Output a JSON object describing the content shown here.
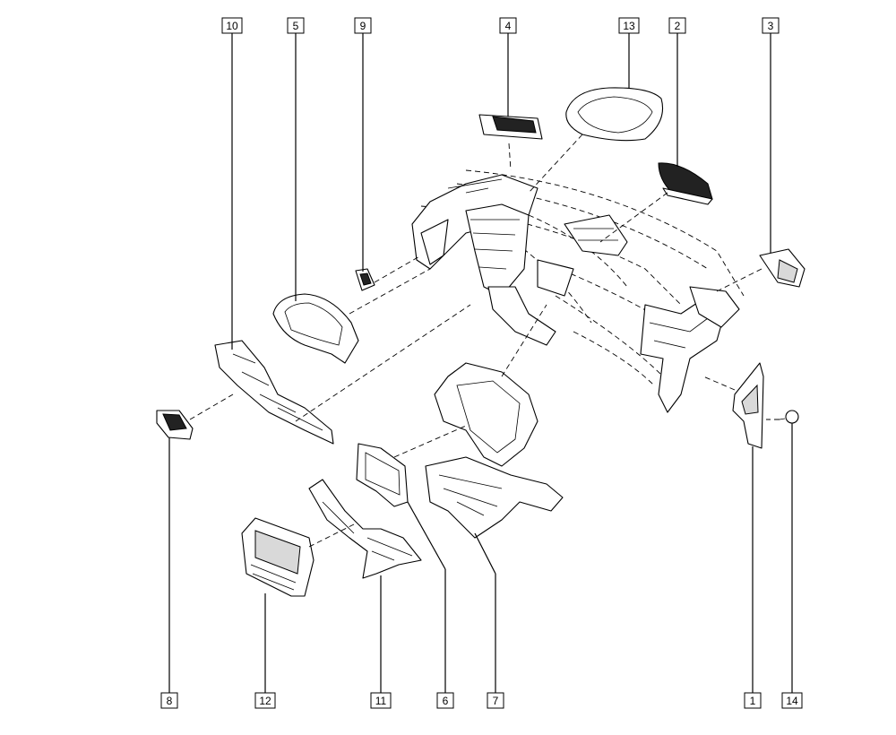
{
  "diagram": {
    "callouts": [
      {
        "id": "c10",
        "label": "10"
      },
      {
        "id": "c5",
        "label": "5"
      },
      {
        "id": "c9",
        "label": "9"
      },
      {
        "id": "c4",
        "label": "4"
      },
      {
        "id": "c13",
        "label": "13"
      },
      {
        "id": "c2",
        "label": "2"
      },
      {
        "id": "c3",
        "label": "3"
      },
      {
        "id": "c8",
        "label": "8"
      },
      {
        "id": "c12",
        "label": "12"
      },
      {
        "id": "c11",
        "label": "11"
      },
      {
        "id": "c6",
        "label": "6"
      },
      {
        "id": "c7",
        "label": "7"
      },
      {
        "id": "c1",
        "label": "1"
      },
      {
        "id": "c14",
        "label": "14"
      }
    ]
  }
}
